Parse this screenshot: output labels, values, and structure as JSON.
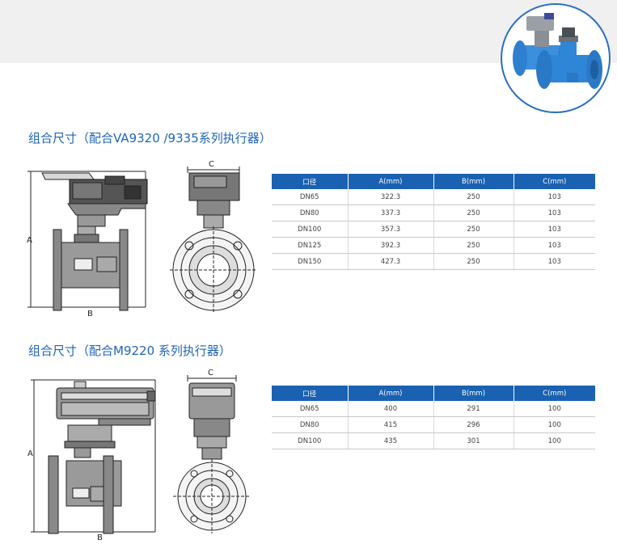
{
  "section1": {
    "title": "组合尺寸（配合VA9320 /9335系列执行器）",
    "labels": {
      "a": "A",
      "b": "B",
      "c": "C"
    },
    "table": {
      "headers": [
        "口径",
        "A(mm)",
        "B(mm)",
        "C(mm)"
      ],
      "rows": [
        [
          "DN65",
          "322.3",
          "250",
          "103"
        ],
        [
          "DN80",
          "337.3",
          "250",
          "103"
        ],
        [
          "DN100",
          "357.3",
          "250",
          "103"
        ],
        [
          "DN125",
          "392.3",
          "250",
          "103"
        ],
        [
          "DN150",
          "427.3",
          "250",
          "103"
        ]
      ]
    }
  },
  "section2": {
    "title": "组合尺寸（配合M9220 系列执行器）",
    "labels": {
      "a": "A",
      "b": "B",
      "c": "C"
    },
    "table": {
      "headers": [
        "口径",
        "A(mm)",
        "B(mm)",
        "C(mm)"
      ],
      "rows": [
        [
          "DN65",
          "400",
          "291",
          "100"
        ],
        [
          "DN80",
          "415",
          "296",
          "100"
        ],
        [
          "DN100",
          "435",
          "301",
          "100"
        ]
      ]
    }
  },
  "colors": {
    "accent": "#1f64b4",
    "header_bg": "#1a61b1",
    "valve_blue": "#2f86d6",
    "band": "#f0f0f0"
  },
  "icons": [
    "valve-product-photo"
  ]
}
